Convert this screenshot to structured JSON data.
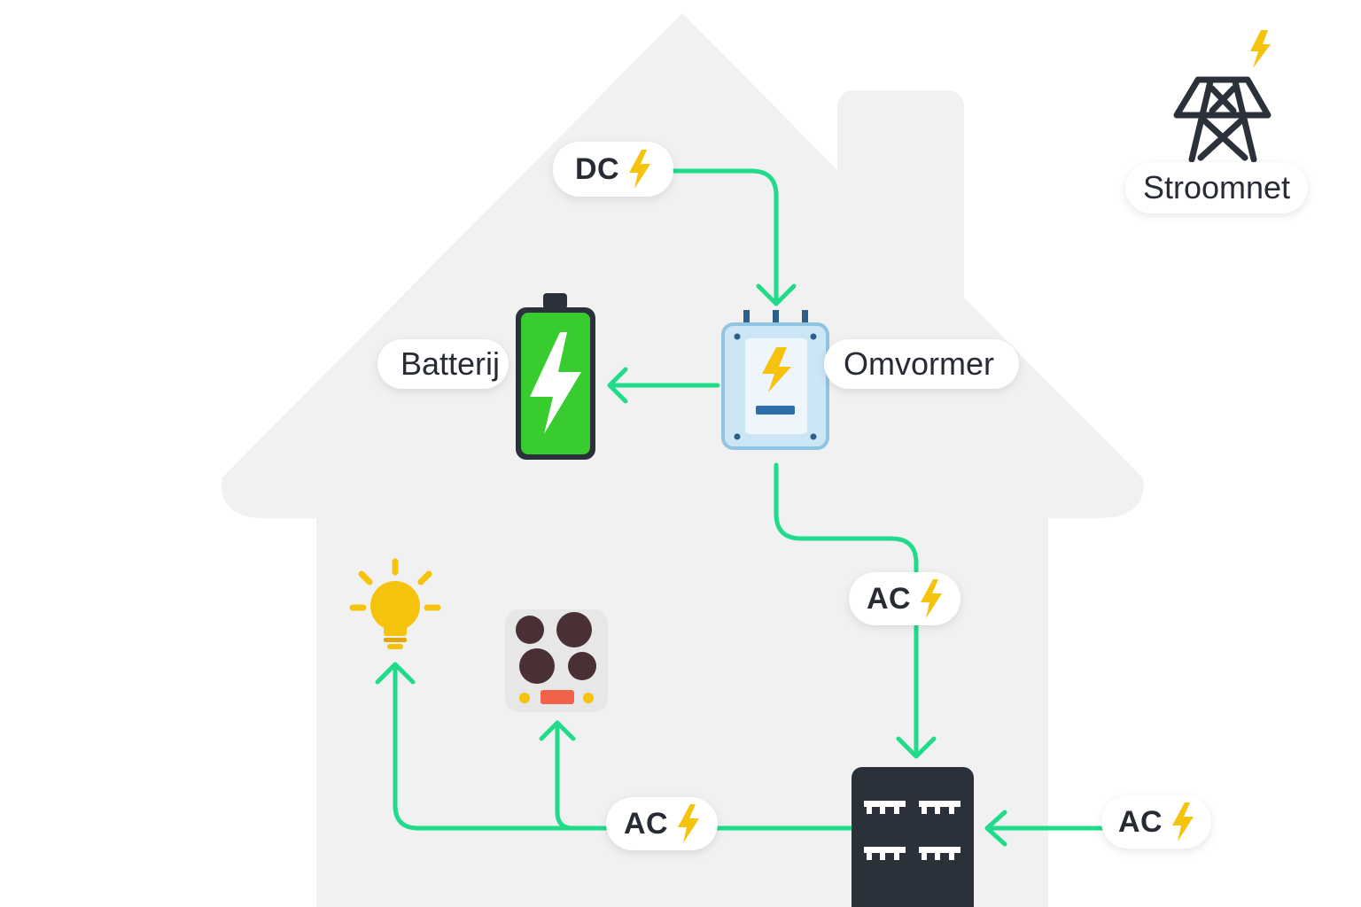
{
  "labels": {
    "dc": "DC",
    "ac_top": "AC",
    "ac_bottom": "AC",
    "ac_grid": "AC",
    "battery": "Batterij",
    "inverter": "Omvormer",
    "grid": "Stroomnet"
  },
  "icons": {
    "house": "house-silhouette",
    "bolt": "lightning-bolt-icon",
    "battery": "battery-charged-icon",
    "inverter": "inverter-icon",
    "grid": "power-pylon-icon",
    "lamp": "light-bulb-icon",
    "stove": "cooktop-icon",
    "meter": "fuse-box-icon"
  },
  "colors": {
    "flow": "#1fdb8a",
    "house": "#f1f1f1",
    "bolt": "#f5c20c",
    "battery_fill": "#39cc2f",
    "dark": "#2b313a",
    "inverter_body": "#cde6f5",
    "inverter_edge": "#8fc4e2"
  }
}
